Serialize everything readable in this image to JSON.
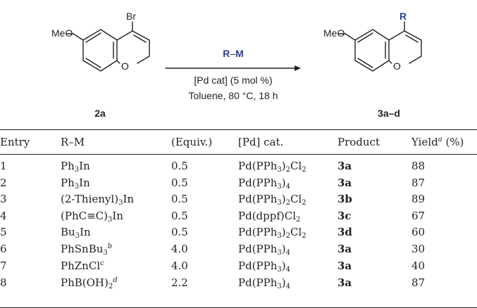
{
  "scheme": {
    "reactant": {
      "id": "2a",
      "substituent": "Br",
      "group": "MeO",
      "ring_o": "O"
    },
    "product": {
      "id": "3a–d",
      "substituent": "R",
      "group": "MeO",
      "ring_o": "O"
    },
    "reagent": {
      "r": "R",
      "m": "M"
    },
    "catalyst_line": "[Pd cat] (5 mol %)",
    "conditions_line": "Toluene, 80 °C, 18 h",
    "colors": {
      "accent": "#2f3f8f",
      "ink": "#231f20"
    }
  },
  "table": {
    "headers": {
      "entry": "Entry",
      "rm": "R–M",
      "equiv": "(Equiv.)",
      "cat": "[Pd] cat.",
      "product": "Product",
      "yield": "Yield",
      "yield_mark": "a",
      "yield_unit": " (%)"
    },
    "rows": [
      {
        "entry": "1",
        "equiv": "0.5",
        "product": "3a",
        "yield": "88"
      },
      {
        "entry": "2",
        "equiv": "0.5",
        "product": "3a",
        "yield": "87"
      },
      {
        "entry": "3",
        "equiv": "0.5",
        "product": "3b",
        "yield": "89"
      },
      {
        "entry": "4",
        "equiv": "0.5",
        "product": "3c",
        "yield": "67"
      },
      {
        "entry": "5",
        "equiv": "0.5",
        "product": "3d",
        "yield": "60"
      },
      {
        "entry": "6",
        "equiv": "4.0",
        "product": "3a",
        "yield": "30"
      },
      {
        "entry": "7",
        "equiv": "4.0",
        "product": "3a",
        "yield": "40"
      },
      {
        "entry": "8",
        "equiv": "2.2",
        "product": "3a",
        "yield": "87"
      }
    ],
    "formulas": {
      "ph3in_ph": "Ph",
      "ph3in_n": "3",
      "ph3in_in": "In",
      "thienyl": "(2-Thienyl)",
      "thienyl_n": "3",
      "thienyl_in": "In",
      "alkynyl": "(PhC≡C)",
      "alkynyl_n": "3",
      "alkynyl_in": "In",
      "bu": "Bu",
      "bu_n": "3",
      "bu_in": "In",
      "sn": "PhSnBu",
      "sn_n": "3",
      "sn_mark": "b",
      "zn": "PhZnCl",
      "zn_mark": "c",
      "boron": "PhB(OH)",
      "boron_n": "2",
      "boron_mark": "d",
      "pd_a": "Pd(PPh",
      "pd_a_n": "3",
      "pd_a_mid": ")",
      "pd_a_n2": "2",
      "pd_a_end": "Cl",
      "pd_a_n3": "2",
      "pd_b": "Pd(PPh",
      "pd_b_n": "3",
      "pd_b_end": ")",
      "pd_b_n2": "4",
      "pd_c": "Pd(dppf)Cl",
      "pd_c_n": "2"
    }
  }
}
